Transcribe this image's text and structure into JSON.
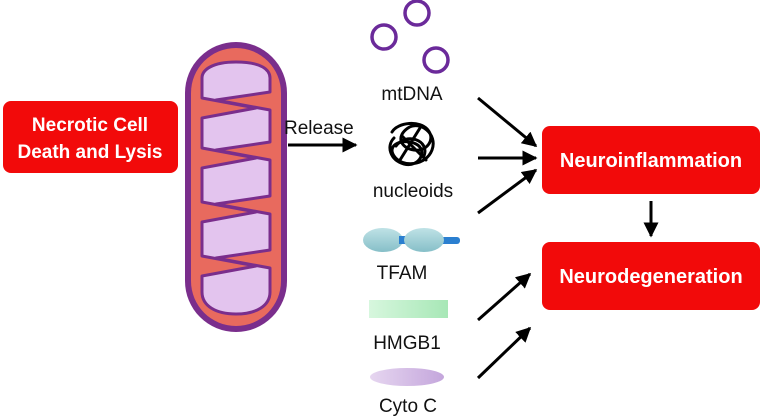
{
  "source_box": {
    "line1": "Necrotic Cell",
    "line2": "Death and Lysis",
    "color": "#f20a0a"
  },
  "release_label": "Release",
  "mitochondrion": {
    "outer_color": "#7a2e8c",
    "inner_fill": "#e86a5e",
    "matrix_color": "#e3c4ee"
  },
  "components": {
    "mtdna": {
      "label": "mtDNA",
      "color": "#6b2a9a"
    },
    "nucleoids": {
      "label": "nucleoids",
      "color": "#000000"
    },
    "tfam": {
      "label": "TFAM",
      "color": "#9ccfd6",
      "tail_color": "#2b7fd0"
    },
    "hmgb1": {
      "label": "HMGB1",
      "color": "#b9efc6"
    },
    "cytoc": {
      "label": "Cyto C",
      "color": "#d2b8e3"
    }
  },
  "targets": {
    "neuroinflammation": "Neuroinflammation",
    "neurodegeneration": "Neurodegeneration"
  }
}
